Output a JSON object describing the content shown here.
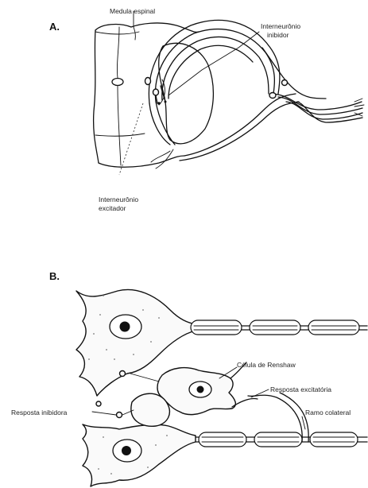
{
  "panel_a": {
    "label": "A.",
    "medula_label": "Medula espinal",
    "interneuron_label_line1": "Interneurônio",
    "interneuron_label_line2": "inibidor",
    "excitatory_label_line1": "Interneurônio",
    "excitatory_label_line2": "excitador"
  },
  "panel_b": {
    "label": "B.",
    "renshaw_label": "Célula de Renshaw",
    "excitatory_response_label": "Resposta excitatória",
    "inhibitory_response_label": "Resposta inibidora",
    "collateral_label": "Ramo colateral"
  }
}
